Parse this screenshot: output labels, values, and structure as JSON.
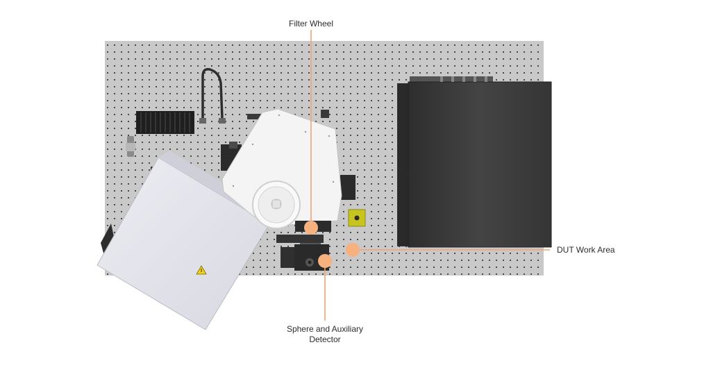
{
  "callouts": [
    {
      "id": "filter-wheel",
      "lines": [
        "Filter Wheel"
      ]
    },
    {
      "id": "dut-work-area",
      "lines": [
        "DUT Work Area"
      ]
    },
    {
      "id": "sphere-aux-detector",
      "lines": [
        "Sphere and Auxiliary",
        "Detector"
      ]
    }
  ],
  "colors": {
    "callout_line": "#f2a46c",
    "callout_dot": "#f6b17f",
    "board": "#c9c9c9",
    "board_hole": "#3a3a3a",
    "dark_enclosure": "#3c3c3c",
    "light_panel": "#e2e2ea",
    "head_body": "#f4f4f4",
    "warning_sign": "#f2d21b"
  },
  "icons": [
    "warning-triangle-icon"
  ]
}
